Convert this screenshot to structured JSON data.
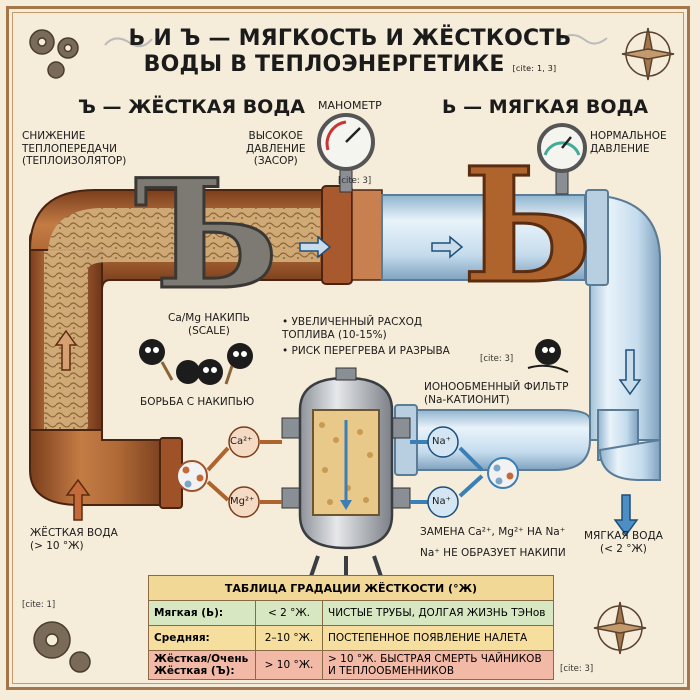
{
  "title": {
    "line1": "Ь И Ъ — МЯГКОСТЬ И ЖЁСТКОСТЬ",
    "line2": "ВОДЫ В ТЕПЛОЭНЕРГЕТИКЕ",
    "cite": "[cite: 1, 3]"
  },
  "hard": {
    "heading": "Ъ — ЖЁСТКАЯ ВОДА",
    "letter": "Ъ",
    "heat_loss": "СНИЖЕНИЕ\nТЕПЛОПЕРЕДАЧИ\n(ТЕПЛОИЗОЛЯТОР)",
    "high_pressure": "ВЫСОКОЕ\nДАВЛЕНИЕ\n(ЗАСОР)",
    "scale_label": "Ca/Mg НАКИПЬ\n(SCALE)",
    "effects": [
      "• УВЕЛИЧЕННЫЙ РАСХОД ТОПЛИВА (10-15%)",
      "• РИСК ПЕРЕГРЕВА И РАЗРЫВА"
    ],
    "fight": "БОРЬБА С НАКИПЬЮ",
    "inlet": "ЖЁСТКАЯ ВОДА\n(> 10 °Ж)",
    "cite_pressure": "[cite: 3]",
    "cite_inlet": "[cite: 1]"
  },
  "soft": {
    "heading": "Ь — МЯГКАЯ ВОДА",
    "letter": "Ь",
    "normal_pressure": "НОРМАЛЬНОЕ\nДАВЛЕНИЕ",
    "outlet": "МЯГКАЯ ВОДА\n(< 2 °Ж)",
    "cite_relax": "[cite: 3]"
  },
  "manometer": "МАНОМЕТР",
  "filter": {
    "label": "ИОНООБМЕННЫЙ ФИЛЬТР\n(Na-КАТИОНИТ)",
    "replace": "ЗАМЕНА Ca²⁺, Mg²⁺ НА Na⁺",
    "no_scale": "Na⁺ НЕ ОБРАЗУЕТ НАКИПИ",
    "ions_in": [
      "Ca²⁺",
      "Mg²⁺"
    ],
    "ions_out": [
      "Na⁺",
      "Na⁺"
    ]
  },
  "table": {
    "title": "ТАБЛИЦА ГРАДАЦИИ ЖЁСТКОСТИ (°Ж)",
    "rows": [
      {
        "name": "Мягкая (Ь):",
        "range": "< 2 °Ж.",
        "desc": "ЧИСТЫЕ ТРУБЫ, ДОЛГАЯ ЖИЗНЬ ТЭНов"
      },
      {
        "name": "Средняя:",
        "range": "2–10 °Ж.",
        "desc": "ПОСТЕПЕННОЕ ПОЯВЛЕНИЕ НАЛЕТА"
      },
      {
        "name": "Жёсткая/Очень\nЖёсткая (Ъ):",
        "range": "> 10 °Ж.",
        "desc": "> 10 °Ж. БЫСТРАЯ СМЕРТЬ ЧАЙНИКОВ\nИ ТЕПЛООБМЕННИКОВ"
      }
    ],
    "cite": "[cite: 3]"
  },
  "colors": {
    "rust": "#b5703e",
    "scale": "#c9a673",
    "clean_pipe": "#cfe3f0",
    "accent_blue": "#4d8fc4"
  },
  "icons": [
    "gear-icon",
    "compass-icon",
    "steam-icon",
    "scale-monster-icon",
    "manometer-icon",
    "filter-tank-icon"
  ]
}
